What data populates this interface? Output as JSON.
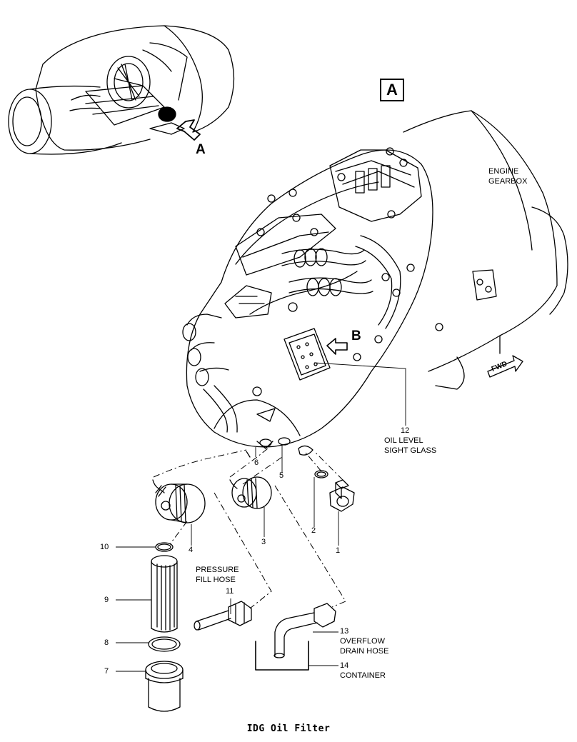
{
  "figure": {
    "caption": "IDG Oil Filter",
    "view_a_box": "A",
    "view_a_arrow": "A",
    "view_b_arrow": "B",
    "fwd": "FWD"
  },
  "callouts": {
    "engine_gearbox": [
      "ENGINE",
      "GEARBOX"
    ],
    "n12": "12",
    "oil_level_sight_glass": [
      "OIL LEVEL",
      "SIGHT GLASS"
    ],
    "n6": "6",
    "n5": "5",
    "n4": "4",
    "n3": "3",
    "n2": "2",
    "n1": "1",
    "n10": "10",
    "n9": "9",
    "n8": "8",
    "n7": "7",
    "pressure_fill_hose": [
      "PRESSURE",
      "FILL HOSE"
    ],
    "n11": "11",
    "n13": "13",
    "overflow_drain_hose": [
      "OVERFLOW",
      "DRAIN HOSE"
    ],
    "n14": "14",
    "container": "CONTAINER"
  }
}
